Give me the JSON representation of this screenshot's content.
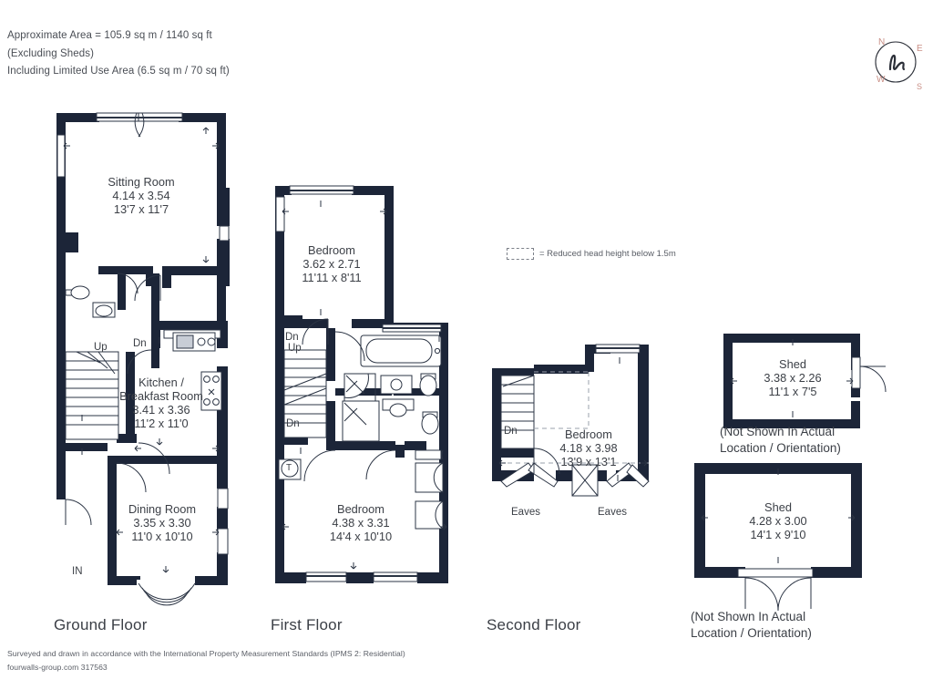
{
  "header": {
    "line1": "Approximate Area = 105.9 sq m / 1140 sq ft",
    "line2": "(Excluding Sheds)",
    "line3": "Including Limited Use Area (6.5 sq m / 70 sq ft)"
  },
  "compass": {
    "north": "N",
    "east": "E",
    "south": "S",
    "west": "W",
    "monogram": "h",
    "label_color": "#c98f86",
    "ring_color": "#2b2f38"
  },
  "legend": {
    "text": "= Reduced head height below 1.5m"
  },
  "floors": [
    {
      "id": "ground",
      "caption": "Ground Floor"
    },
    {
      "id": "first",
      "caption": "First Floor"
    },
    {
      "id": "second",
      "caption": "Second Floor"
    }
  ],
  "notes": {
    "shed_small": {
      "line1": "(Not Shown In Actual",
      "line2": "Location / Orientation)"
    },
    "shed_large": {
      "line1": "(Not Shown In Actual",
      "line2": "Location / Orientation)"
    }
  },
  "rooms": {
    "sitting_room": {
      "name": "Sitting Room",
      "metric": "4.14 x 3.54",
      "imperial": "13'7 x 11'7"
    },
    "kitchen": {
      "name_line1": "Kitchen /",
      "name_line2": "Breakfast Room",
      "metric": "3.41 x 3.36",
      "imperial": "11'2 x 11'0"
    },
    "dining_room": {
      "name": "Dining Room",
      "metric": "3.35 x 3.30",
      "imperial": "11'0 x 10'10"
    },
    "bedroom_first_front": {
      "name": "Bedroom",
      "metric": "3.62 x 2.71",
      "imperial": "11'11 x 8'11"
    },
    "bedroom_first_rear": {
      "name": "Bedroom",
      "metric": "4.38 x 3.31",
      "imperial": "14'4 x 10'10"
    },
    "bedroom_second": {
      "name": "Bedroom",
      "metric": "4.18 x 3.98",
      "imperial": "13'9 x 13'1"
    },
    "shed_small": {
      "name": "Shed",
      "metric": "3.38 x 2.26",
      "imperial": "11'1 x 7'5"
    },
    "shed_large": {
      "name": "Shed",
      "metric": "4.28 x 3.00",
      "imperial": "14'1 x 9'10"
    }
  },
  "markers": {
    "up_ground": "Up",
    "dn_ground": "Dn",
    "in_ground": "IN",
    "dn_first_top": "Dn",
    "up_first": "Up",
    "dn_first_bottom": "Dn",
    "tank_first": "T",
    "dn_second": "Dn",
    "eaves_left": "Eaves",
    "eaves_right": "Eaves"
  },
  "footer": {
    "line1": "Surveyed and drawn in accordance with the International Property Measurement Standards (IPMS 2: Residential)",
    "line2": "fourwalls-group.com 317563"
  },
  "colors": {
    "wall": "#1c2538",
    "thin_line": "#2b3444",
    "text": "#3b3f46",
    "background": "#ffffff"
  }
}
